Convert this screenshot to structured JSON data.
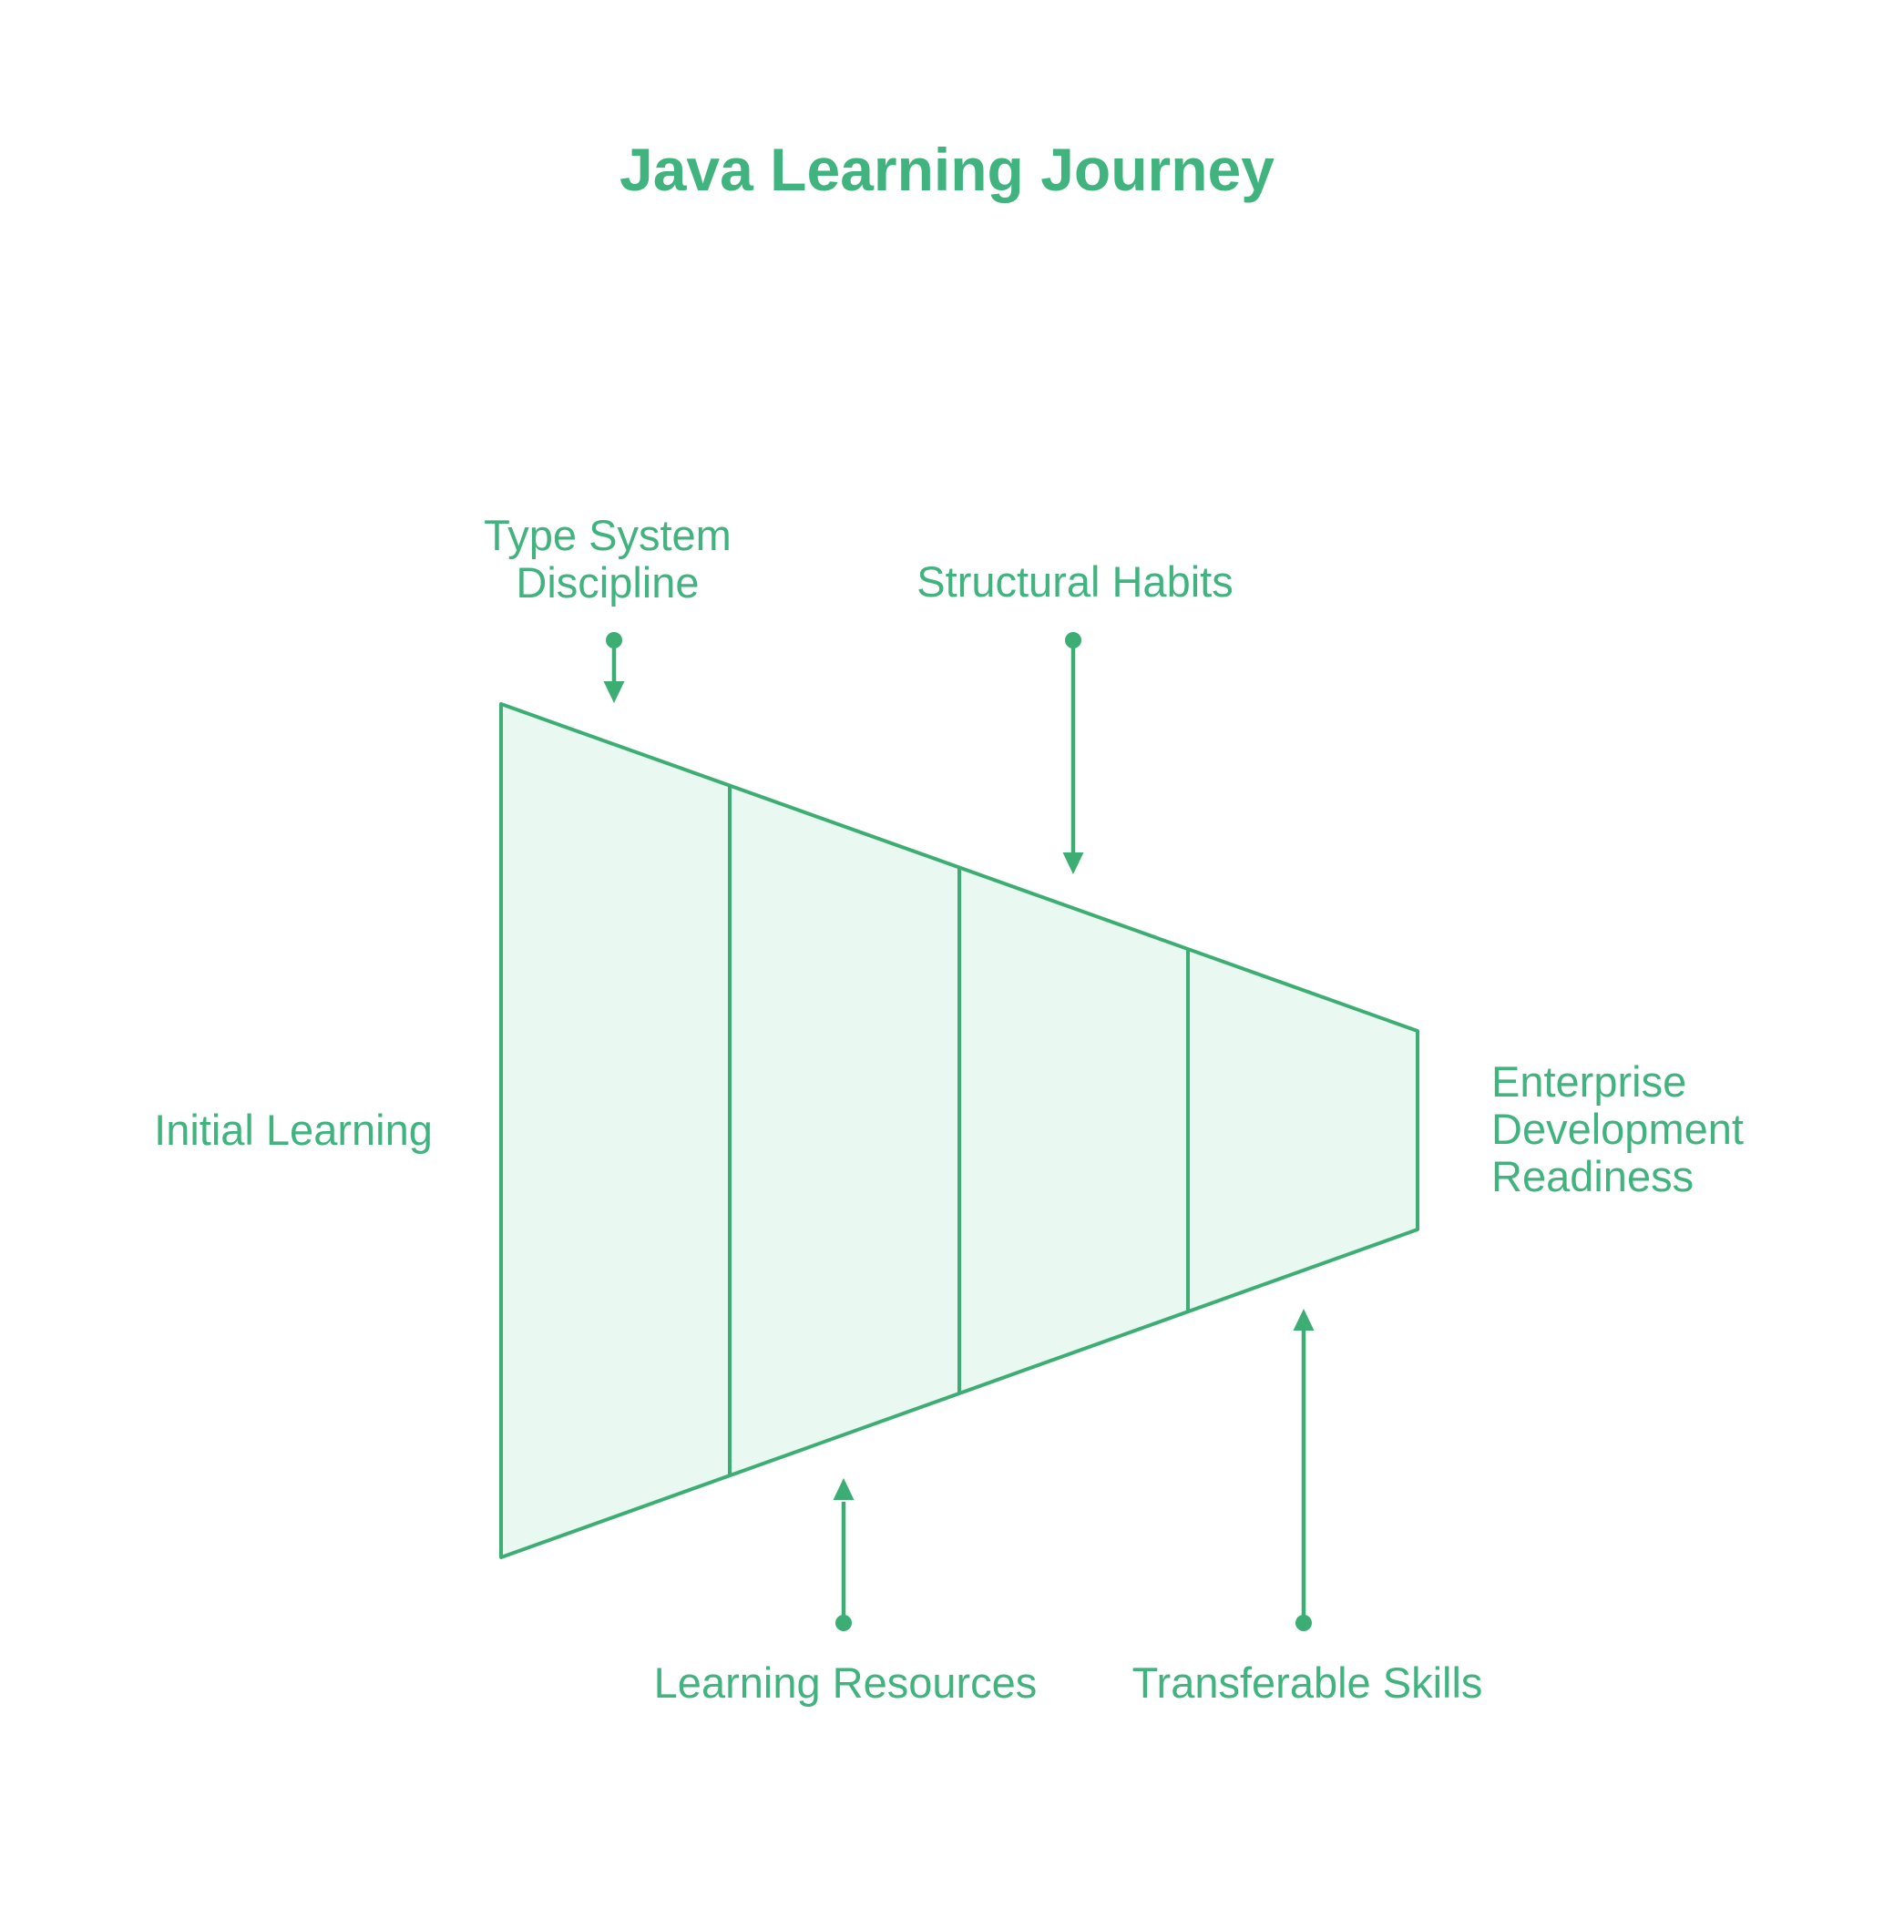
{
  "title": "Java Learning Journey",
  "colors": {
    "accent": "#41b37e",
    "stroke": "#3dae73",
    "funnel_fill": "#e9f8f0",
    "background": "#ffffff"
  },
  "funnel": {
    "type": "funnel",
    "direction": "left-to-right",
    "entry_label": "Initial Learning",
    "exit_label": "Enterprise Development Readiness",
    "stage_count": 4,
    "stages": [
      {
        "label": "Type System Discipline",
        "callout_position": "top",
        "segment": 1
      },
      {
        "label": "Learning Resources",
        "callout_position": "bottom",
        "segment": 2
      },
      {
        "label": "Structural Habits",
        "callout_position": "top",
        "segment": 3
      },
      {
        "label": "Transferable Skills",
        "callout_position": "bottom",
        "segment": 4
      }
    ]
  }
}
